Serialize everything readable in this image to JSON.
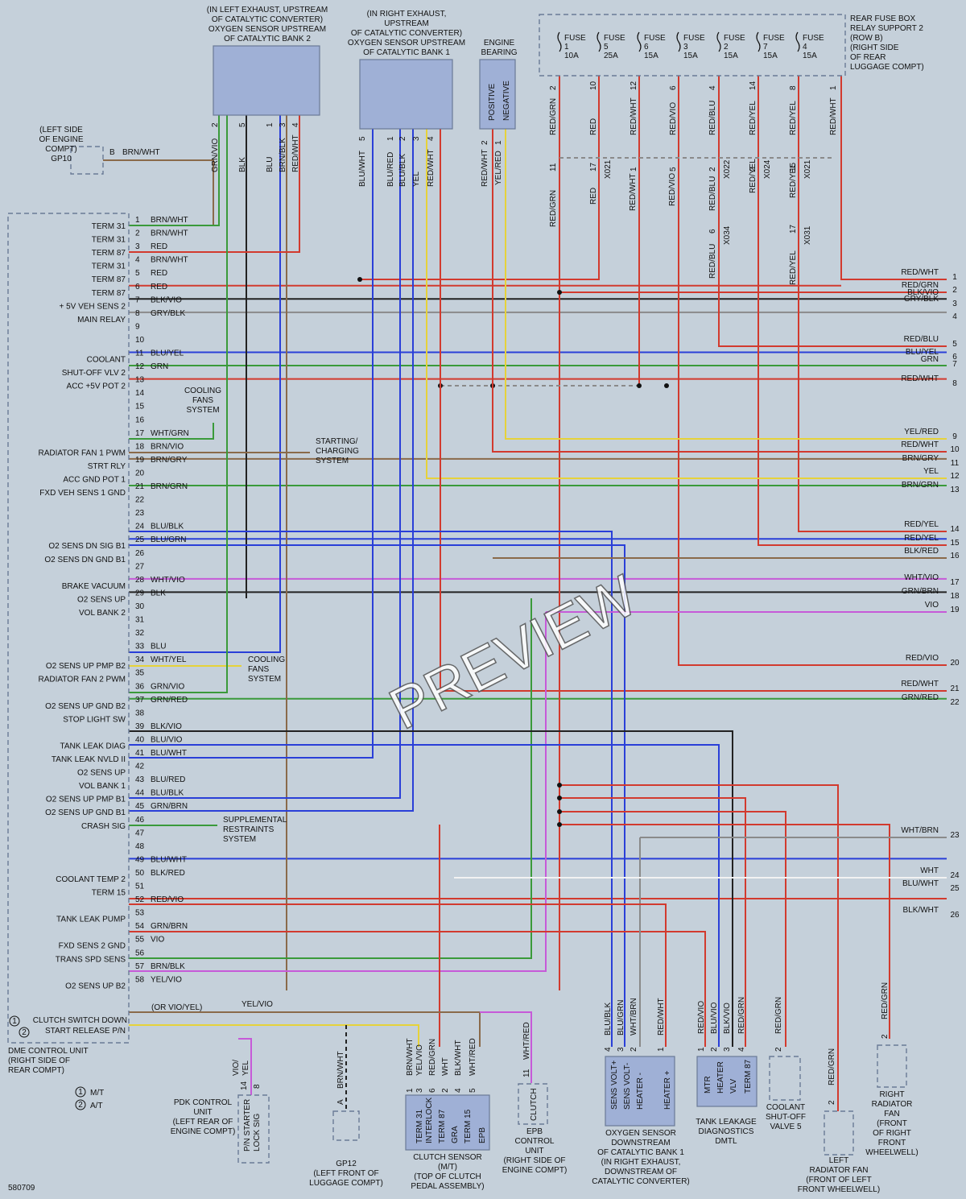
{
  "diagram_code": "580709",
  "watermark": "PREVIEW",
  "colors": {
    "background": "#c5d0da",
    "red": "#d23a2e",
    "brown": "#8a6a4a",
    "blue": "#2a3fd8",
    "green": "#3a9a3a",
    "yellow": "#e6d23a",
    "violet": "#c65ad8",
    "white": "#f2f2f2",
    "black": "#222222",
    "gray": "#8a8a8a"
  },
  "components": {
    "left_o2": "(IN LEFT EXHAUST, UPSTREAM\nOF CATALYTIC CONVERTER)\nOXYGEN SENSOR UPSTREAM\nOF CATALYTIC BANK 2",
    "right_o2": "(IN RIGHT EXHAUST,\nUPSTREAM\nOF CATALYTIC CONVERTER)\nOXYGEN SENSOR UPSTREAM\nOF CATALYTIC BANK 1",
    "engine_bearing": "ENGINE\nBEARING",
    "fuse_box": "REAR FUSE BOX\nRELAY SUPPORT 2\n(ROW B)\n(RIGHT SIDE\nOF REAR\nLUGGAGE COMPT)",
    "gp10": "(LEFT SIDE\nOF ENGINE\nCOMPT)\nGP10",
    "dme": "DME CONTROL UNIT\n(RIGHT SIDE OF\nREAR COMPT)",
    "pdk": "PDK CONTROL\nUNIT\n(LEFT REAR OF\nENGINE COMPT)",
    "gp12": "GP12\n(LEFT FRONT OF\nLUGGAGE COMPT)",
    "clutch": "CLUTCH SENSOR\n(M/T)\n(TOP OF CLUTCH\nPEDAL ASSEMBLY)",
    "epb": "EPB\nCONTROL\nUNIT\n(RIGHT SIDE OF\nENGINE COMPT)",
    "o2_down": "OXYGEN SENSOR\nDOWNSTREAM\nOF CATALYTIC BANK 1\n(IN RIGHT EXHAUST,\nDOWNSTREAM OF\nCATALYTIC CONVERTER)",
    "tank_leak": "TANK LEAKAGE\nDIAGNOSTICS\nDMTL",
    "coolant_valve": "COOLANT\nSHUT-OFF\nVALVE 5",
    "left_fan": "LEFT\nRADIATOR FAN\n(FRONT OF LEFT\nFRONT WHEELWELL)",
    "right_fan": "RIGHT\nRADIATOR\nFAN\n(FRONT\nOF RIGHT\nFRONT\nWHEELWELL)"
  },
  "fuses": [
    {
      "name": "FUSE\n1\n10A"
    },
    {
      "name": "FUSE\n5\n25A"
    },
    {
      "name": "FUSE\n6\n15A"
    },
    {
      "name": "FUSE\n3\n15A"
    },
    {
      "name": "FUSE\n2\n15A"
    },
    {
      "name": "FUSE\n7\n15A"
    },
    {
      "name": "FUSE\n4\n15A"
    }
  ],
  "legend": {
    "m1": "M/T",
    "m2": "A/T",
    "c1": "1",
    "c2": "2"
  },
  "dme_pins": [
    {
      "n": "1",
      "label": "TERM 31",
      "wire": "BRN/WHT"
    },
    {
      "n": "2",
      "label": "TERM 31",
      "wire": "BRN/WHT"
    },
    {
      "n": "3",
      "label": "TERM 87",
      "wire": "RED"
    },
    {
      "n": "4",
      "label": "TERM 31",
      "wire": "BRN/WHT"
    },
    {
      "n": "5",
      "label": "TERM 87",
      "wire": "RED"
    },
    {
      "n": "6",
      "label": "TERM 87",
      "wire": "RED"
    },
    {
      "n": "7",
      "label": "+ 5V VEH SENS 2",
      "wire": "BLK/VIO"
    },
    {
      "n": "8",
      "label": "MAIN RELAY",
      "wire": "GRY/BLK"
    },
    {
      "n": "9",
      "label": "",
      "wire": ""
    },
    {
      "n": "10",
      "label": "",
      "wire": ""
    },
    {
      "n": "11",
      "label": "COOLANT",
      "wire": "BLU/YEL"
    },
    {
      "n": "12",
      "label": "SHUT-OFF VLV 2",
      "wire": "GRN"
    },
    {
      "n": "13",
      "label": "ACC +5V POT 2",
      "wire": ""
    },
    {
      "n": "14",
      "label": "",
      "wire": ""
    },
    {
      "n": "15",
      "label": "",
      "wire": ""
    },
    {
      "n": "16",
      "label": "",
      "wire": ""
    },
    {
      "n": "17",
      "label": "",
      "wire": "WHT/GRN"
    },
    {
      "n": "18",
      "label": "RADIATOR FAN 1 PWM",
      "wire": "BRN/VIO"
    },
    {
      "n": "19",
      "label": "STRT RLY",
      "wire": "BRN/GRY"
    },
    {
      "n": "20",
      "label": "ACC GND POT 1",
      "wire": ""
    },
    {
      "n": "21",
      "label": "FXD VEH SENS 1 GND",
      "wire": "BRN/GRN"
    },
    {
      "n": "22",
      "label": "",
      "wire": ""
    },
    {
      "n": "23",
      "label": "",
      "wire": ""
    },
    {
      "n": "24",
      "label": "",
      "wire": "BLU/BLK"
    },
    {
      "n": "25",
      "label": "O2 SENS DN SIG B1",
      "wire": "BLU/GRN"
    },
    {
      "n": "26",
      "label": "O2 SENS DN GND B1",
      "wire": ""
    },
    {
      "n": "27",
      "label": "",
      "wire": ""
    },
    {
      "n": "28",
      "label": "BRAKE VACUUM",
      "wire": "WHT/VIO"
    },
    {
      "n": "29",
      "label": "O2 SENS UP",
      "wire": "BLK"
    },
    {
      "n": "30",
      "label": "VOL BANK 2",
      "wire": ""
    },
    {
      "n": "31",
      "label": "",
      "wire": ""
    },
    {
      "n": "32",
      "label": "",
      "wire": ""
    },
    {
      "n": "33",
      "label": "",
      "wire": "BLU"
    },
    {
      "n": "34",
      "label": "O2 SENS UP PMP B2",
      "wire": "WHT/YEL"
    },
    {
      "n": "35",
      "label": "RADIATOR FAN 2 PWM",
      "wire": ""
    },
    {
      "n": "36",
      "label": "",
      "wire": "GRN/VIO"
    },
    {
      "n": "37",
      "label": "O2 SENS UP GND B2",
      "wire": "GRN/RED"
    },
    {
      "n": "38",
      "label": "STOP LIGHT SW",
      "wire": ""
    },
    {
      "n": "39",
      "label": "",
      "wire": "BLK/VIO"
    },
    {
      "n": "40",
      "label": "TANK LEAK DIAG",
      "wire": "BLU/VIO"
    },
    {
      "n": "41",
      "label": "TANK LEAK NVLD II",
      "wire": "BLU/WHT"
    },
    {
      "n": "42",
      "label": "O2 SENS UP",
      "wire": ""
    },
    {
      "n": "43",
      "label": "VOL BANK 1",
      "wire": "BLU/RED"
    },
    {
      "n": "44",
      "label": "O2 SENS UP PMP B1",
      "wire": "BLU/BLK"
    },
    {
      "n": "45",
      "label": "O2 SENS UP GND B1",
      "wire": "GRN/BRN"
    },
    {
      "n": "46",
      "label": "CRASH SIG",
      "wire": ""
    },
    {
      "n": "47",
      "label": "",
      "wire": ""
    },
    {
      "n": "48",
      "label": "",
      "wire": ""
    },
    {
      "n": "49",
      "label": "",
      "wire": "BLU/WHT"
    },
    {
      "n": "50",
      "label": "COOLANT TEMP 2",
      "wire": "BLK/RED"
    },
    {
      "n": "51",
      "label": "TERM 15",
      "wire": ""
    },
    {
      "n": "52",
      "label": "",
      "wire": "RED/VIO"
    },
    {
      "n": "53",
      "label": "TANK LEAK PUMP",
      "wire": ""
    },
    {
      "n": "54",
      "label": "",
      "wire": "GRN/BRN"
    },
    {
      "n": "55",
      "label": "FXD SENS 2 GND",
      "wire": "VIO"
    },
    {
      "n": "56",
      "label": "TRANS SPD SENS",
      "wire": ""
    },
    {
      "n": "57",
      "label": "",
      "wire": "BRN/BLK"
    },
    {
      "n": "58",
      "label": "O2 SENS UP B2",
      "wire": "YEL/VIO"
    }
  ],
  "right_wires": [
    {
      "n": "1",
      "wire": "RED/WHT"
    },
    {
      "n": "2",
      "wire": "RED/GRN"
    },
    {
      "n": "",
      "wire": "BLK/VIO"
    },
    {
      "n": "3",
      "wire": "GRY/BLK"
    },
    {
      "n": "4",
      "wire": ""
    },
    {
      "n": "5",
      "wire": "RED/BLU"
    },
    {
      "n": "6",
      "wire": "BLU/YEL"
    },
    {
      "n": "7",
      "wire": "GRN"
    },
    {
      "n": "8",
      "wire": "RED/WHT"
    },
    {
      "n": "9",
      "wire": "YEL/RED"
    },
    {
      "n": "10",
      "wire": "RED/WHT"
    },
    {
      "n": "11",
      "wire": "BRN/GRY"
    },
    {
      "n": "12",
      "wire": "YEL"
    },
    {
      "n": "13",
      "wire": "BRN/GRN"
    },
    {
      "n": "14",
      "wire": "RED/YEL"
    },
    {
      "n": "15",
      "wire": "RED/YEL"
    },
    {
      "n": "16",
      "wire": "BLK/RED"
    },
    {
      "n": "17",
      "wire": "WHT/VIO"
    },
    {
      "n": "18",
      "wire": "GRN/BRN"
    },
    {
      "n": "19",
      "wire": "VIO"
    },
    {
      "n": "20",
      "wire": "RED/VIO"
    },
    {
      "n": "21",
      "wire": "RED/WHT"
    },
    {
      "n": "22",
      "wire": "GRN/RED"
    },
    {
      "n": "23",
      "wire": "WHT/BRN"
    },
    {
      "n": "24",
      "wire": "WHT"
    },
    {
      "n": "25",
      "wire": "BLU/WHT"
    },
    {
      "n": "26",
      "wire": "BLK/WHT"
    }
  ],
  "top_wires": {
    "gp10_wire": "BRN/WHT",
    "gp10_pin": "B",
    "left_o2": [
      {
        "pin": "2",
        "wire": "GRN/VIO"
      },
      {
        "pin": "5",
        "wire": "BLK"
      },
      {
        "pin": "1",
        "wire": "BLU"
      },
      {
        "pin": "3",
        "wire": "BRN/BLK"
      },
      {
        "pin": "4",
        "wire": "RED/WHT"
      }
    ],
    "right_o2": [
      {
        "pin": "5",
        "wire": "BLU/WHT"
      },
      {
        "pin": "1",
        "wire": "BLU/RED"
      },
      {
        "pin": "2",
        "wire": "BLU/BLK"
      },
      {
        "pin": "3",
        "wire": "YEL"
      },
      {
        "pin": "4",
        "wire": "RED/WHT"
      }
    ],
    "bearing": [
      {
        "pin": "2",
        "wire": "RED/WHT"
      },
      {
        "pin": "1",
        "wire": "YEL/RED"
      }
    ],
    "bearing_labels": [
      "POSITIVE",
      "NEGATIVE"
    ],
    "fuse_out": [
      {
        "pin": "2",
        "wire": "RED/GRN"
      },
      {
        "pin": "10",
        "wire": "RED"
      },
      {
        "pin": "12",
        "wire": "RED/WHT"
      },
      {
        "pin": "6",
        "wire": "RED/VIO"
      },
      {
        "pin": "4",
        "wire": "RED/BLU"
      },
      {
        "pin": "14",
        "wire": "RED/YEL"
      },
      {
        "pin": "8",
        "wire": "RED/YEL"
      },
      {
        "pin": "1",
        "wire": "RED/WHT"
      }
    ],
    "fuse_conn": [
      {
        "pin": "11",
        "wire": "RED/GRN",
        "conn": ""
      },
      {
        "pin": "17",
        "wire": "RED",
        "conn": "X021"
      },
      {
        "pin": "1",
        "wire": "RED/WHT",
        "conn": ""
      },
      {
        "pin": "5",
        "wire": "RED/VIO",
        "conn": ""
      },
      {
        "pin": "2",
        "wire": "RED/BLU",
        "conn": "X022"
      },
      {
        "pin": "2",
        "wire": "RED/YEL",
        "conn": "X024"
      },
      {
        "pin": "15",
        "wire": "RED/YEL",
        "conn": "X021"
      },
      {
        "pin": "6",
        "wire": "RED/BLU",
        "conn": "X034"
      },
      {
        "pin": "17",
        "wire": "RED/YEL",
        "conn": "X031"
      }
    ]
  },
  "side_systems": {
    "cooling1": "COOLING\nFANS\nSYSTEM",
    "starting": "STARTING/\nCHARGING\nSYSTEM",
    "cooling2": "COOLING\nFANS\nSYSTEM",
    "srs": "SUPPLEMENTAL\nRESTRAINTS\nSYSTEM"
  },
  "bottom": {
    "clutch_switch": "CLUTCH SWITCH DOWN",
    "start_release": "START RELEASE P/N",
    "pin58_alt": "(OR VIO/YEL)",
    "yel_vio": "YEL/VIO",
    "pdk_pins": {
      "p14": "14",
      "p8": "8",
      "wires": "VIO/\nYEL",
      "label": "P/N STARTER\nLOCK SIG"
    },
    "gp12_pin": "A",
    "gp12_wire": "BRN/WHT",
    "clutch_pins": [
      {
        "pin": "1",
        "wire": "BRN/WHT",
        "term": "TERM 31"
      },
      {
        "pin": "3",
        "wire": "YEL/VIO",
        "term": "INTERLOCK"
      },
      {
        "pin": "6",
        "wire": "RED/GRN",
        "term": "TERM 87"
      },
      {
        "pin": "2",
        "wire": "WHT",
        "term": "GRA"
      },
      {
        "pin": "4",
        "wire": "BLK/WHT",
        "term": "TERM 15"
      },
      {
        "pin": "5",
        "wire": "WHT/RED",
        "term": "EPB"
      }
    ],
    "epb_pin": "11",
    "epb_wire": "WHT/RED",
    "epb_box": "CLUTCH",
    "o2down_pins": [
      {
        "pin": "4",
        "wire": "BLU/BLK",
        "term": "SENS VOLT+"
      },
      {
        "pin": "3",
        "wire": "BLU/GRN",
        "term": "SENS VOLT-"
      },
      {
        "pin": "2",
        "wire": "WHT/BRN",
        "term": "HEATER -"
      },
      {
        "pin": "1",
        "wire": "RED/WHT",
        "term": "HEATER +"
      }
    ],
    "tank_pins": [
      {
        "pin": "1",
        "wire": "RED/VIO",
        "term": "MTR"
      },
      {
        "pin": "2",
        "wire": "BLU/VIO",
        "term": "HEATER"
      },
      {
        "pin": "3",
        "wire": "BLK/VIO",
        "term": "VLV"
      },
      {
        "pin": "4",
        "wire": "RED/GRN",
        "term": "TERM 87"
      }
    ],
    "coolant_pin": "2",
    "coolant_wire": "RED/GRN",
    "lfan_pin": "2",
    "lfan_wire": "RED/GRN",
    "rfan_pin": "2",
    "rfan_wire": "RED/GRN"
  }
}
